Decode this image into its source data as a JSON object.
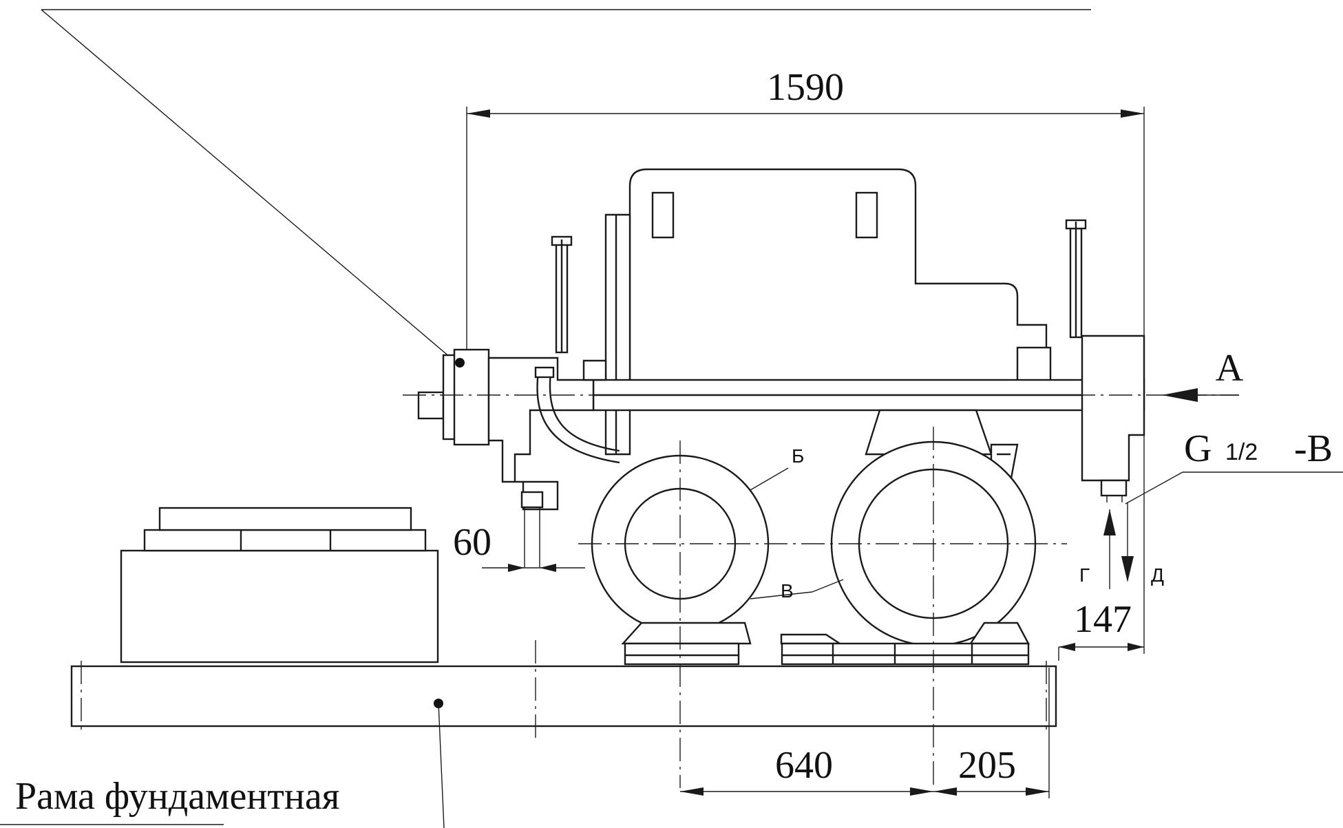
{
  "dimensions": {
    "overall_length": "1590",
    "gap": "60",
    "offset_right": "147",
    "axis_spacing": "640",
    "axis_to_edge": "205"
  },
  "labels": {
    "view_a": "A",
    "port_thread": "G",
    "port_size": "1/2",
    "port_suffix": "-В",
    "mark_b": "Б",
    "mark_v": "В",
    "mark_g": "Г",
    "mark_d": "Д",
    "base_frame": "Рама фундаментная"
  }
}
